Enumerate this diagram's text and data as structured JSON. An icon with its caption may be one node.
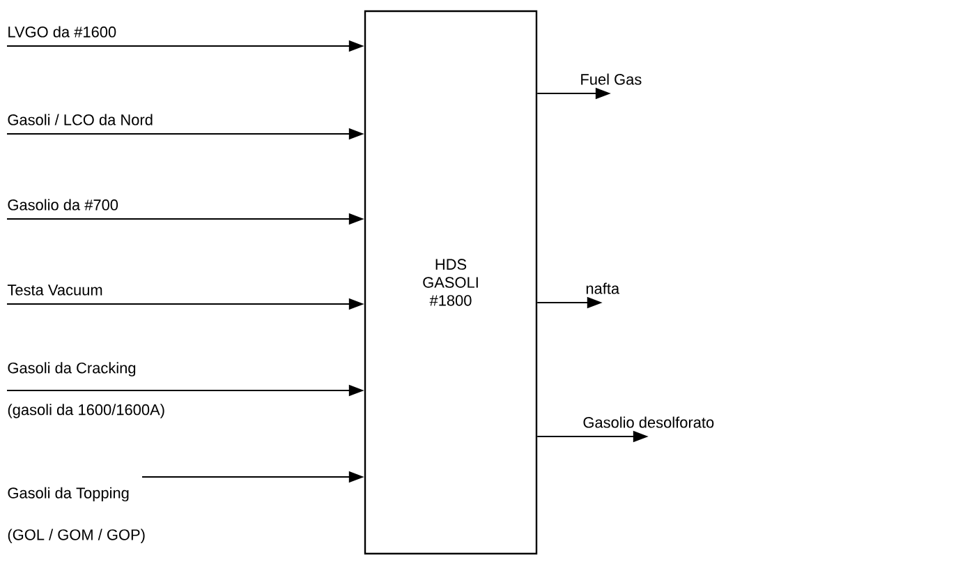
{
  "diagram": {
    "nodes": [
      {
        "text": [
          "LVGO da #1600"
        ]
      },
      {
        "text": [
          "Gasoli / LCO da Nord"
        ]
      },
      {
        "text": [
          "Gasolio da #700"
        ]
      },
      {
        "text": [
          "Testa Vacuum"
        ]
      },
      {
        "text": [
          "Gasoli da Cracking",
          "(gasoli da 1600/1600A)"
        ]
      },
      {
        "text": [
          "Gasoli da Topping",
          "(GOL / GOM / GOP)"
        ]
      },
      {
        "text": [
          "HDS GASOLI #1800"
        ]
      },
      {
        "text": [
          "Fuel Gas"
        ]
      },
      {
        "text": [
          "nafta"
        ]
      },
      {
        "text": [
          "Gasolio desolforato"
        ]
      }
    ],
    "edges": [
      {
        "from": 0,
        "to": 6,
        "arrow": "to"
      },
      {
        "from": 1,
        "to": 6,
        "arrow": "to"
      },
      {
        "from": 2,
        "to": 6,
        "arrow": "to"
      },
      {
        "from": 3,
        "to": 6,
        "arrow": "to"
      },
      {
        "from": 4,
        "to": 6,
        "arrow": "to"
      },
      {
        "from": 5,
        "to": 6,
        "arrow": "to"
      },
      {
        "from": 6,
        "to": 7,
        "arrow": "to"
      },
      {
        "from": 6,
        "to": 8,
        "arrow": "to"
      },
      {
        "from": 6,
        "to": 9,
        "arrow": "to"
      }
    ]
  }
}
